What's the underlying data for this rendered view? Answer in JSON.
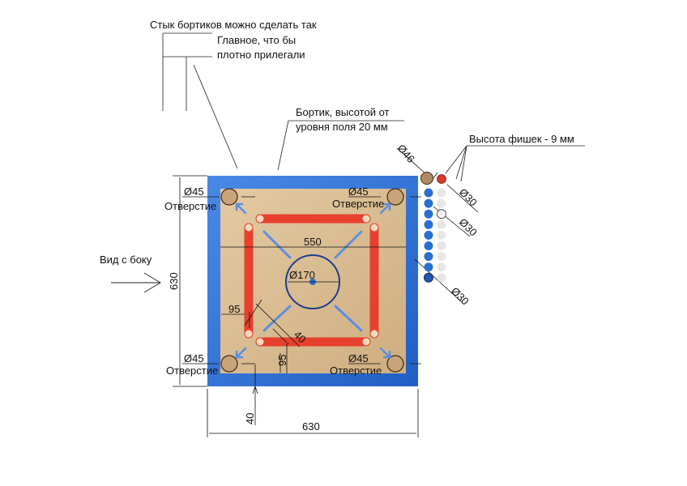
{
  "notes": {
    "joint_title": "Стык бортиков можно сделать так",
    "joint_line1": "Главное, что бы",
    "joint_line2": "плотно прилегали",
    "rim_line1": "Бортик, высотой от",
    "rim_line2": "уровня поля 20 мм",
    "chip_height": "Высота фишек - 9 мм",
    "side_view": "Вид с боку"
  },
  "dimensions": {
    "outer_width": "630",
    "outer_height": "630",
    "inner_width": "550",
    "center_circle": "Ø170",
    "baseline_offset_left": "95",
    "baseline_offset_bottom": "95",
    "baseline_width": "40",
    "border_width": "40",
    "striker": "Ø46",
    "chip_red": "Ø30",
    "chip_white": "Ø30",
    "chip_blue": "Ø30"
  },
  "pockets": [
    {
      "diameter": "Ø45",
      "label": "Отверстие"
    },
    {
      "diameter": "Ø45",
      "label": "Отверстие"
    },
    {
      "diameter": "Ø45",
      "label": "Отверстие"
    },
    {
      "diameter": "Ø45",
      "label": "Отверстие"
    }
  ],
  "colors": {
    "frame": "#2f74d6",
    "field": "#d9b98e",
    "lines": "#e8402e",
    "chip_blue": "#2a6fd0",
    "chip_white": "#e6e6e6"
  }
}
